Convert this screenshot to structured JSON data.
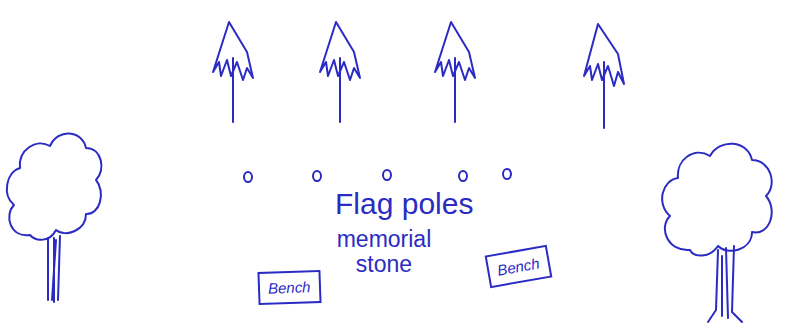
{
  "diagram": {
    "nodes": [
      {
        "text": [
          "Bench"
        ]
      },
      {
        "text": [
          "Bench"
        ]
      }
    ],
    "labels": [
      "Flag poles",
      "memorial stone"
    ]
  }
}
